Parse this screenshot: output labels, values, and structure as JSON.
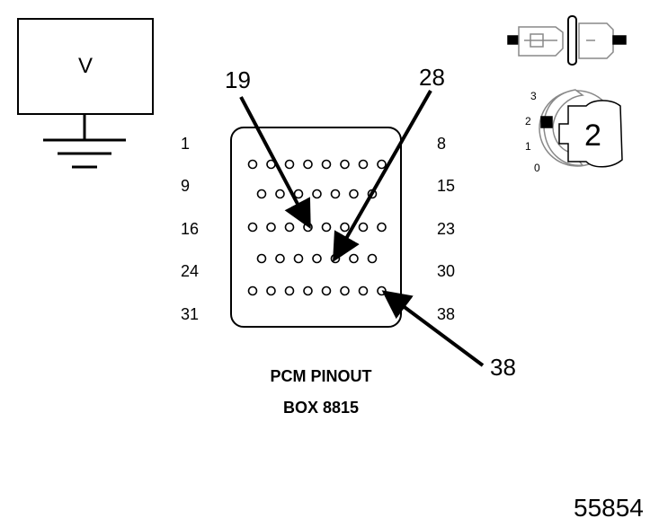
{
  "voltmeter": {
    "label": "V"
  },
  "connector": {
    "left_labels": [
      "1",
      "9",
      "16",
      "24",
      "31"
    ],
    "right_labels": [
      "8",
      "15",
      "23",
      "30",
      "38"
    ],
    "callouts": {
      "pin19": "19",
      "pin28": "28",
      "pin38": "38"
    }
  },
  "caption": {
    "line1": "PCM PINOUT",
    "line2": "BOX 8815"
  },
  "ignition_switch": {
    "positions": [
      "3",
      "2",
      "1",
      "0"
    ],
    "selected": "2"
  },
  "figure_id": "55854"
}
